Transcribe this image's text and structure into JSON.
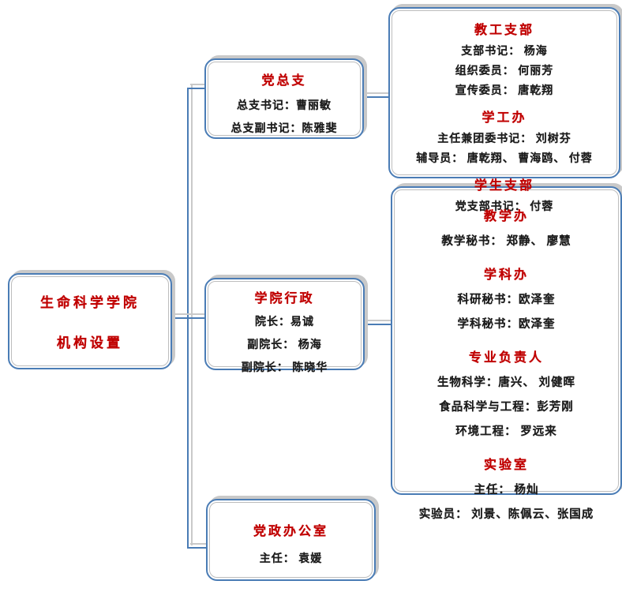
{
  "colors": {
    "box_border_blue": "#4a7cb5",
    "inner_border_gray": "#bdbdbd",
    "shadow_gray": "#c9c9c9",
    "title_red": "#c00000",
    "text_black": "#1c1c1c",
    "background": "#ffffff"
  },
  "root": {
    "title_line1": "生命科学学院",
    "title_line2": "机构设置"
  },
  "nodes": {
    "party_branch": {
      "title": "党总支",
      "lines": [
        "总支书记：曹丽敏",
        "总支副书记：陈雅斐"
      ]
    },
    "administration": {
      "title": "学院行政",
      "lines": [
        "院长：易诚",
        "副院长： 杨海",
        "副院长： 陈晓华"
      ]
    },
    "party_office": {
      "title": "党政办公室",
      "lines": [
        "主任： 袁媛"
      ]
    },
    "right_top": {
      "sections": [
        {
          "title": "教工支部",
          "lines": [
            "支部书记： 杨海",
            "组织委员： 何丽芳",
            "宣传委员： 唐乾翔"
          ]
        },
        {
          "title": "学工办",
          "lines": [
            "主任兼团委书记： 刘树芬",
            "辅导员： 唐乾翔、 曹海鸥、 付蓉"
          ]
        },
        {
          "title": "学生支部",
          "lines": [
            "党支部书记： 付蓉"
          ]
        }
      ]
    },
    "right_bottom": {
      "sections": [
        {
          "title": "教学办",
          "lines": [
            "教学秘书： 郑静、 廖慧"
          ]
        },
        {
          "title": "学科办",
          "lines": [
            "科研秘书：欧泽奎",
            "学科秘书：欧泽奎"
          ]
        },
        {
          "title": "专业负责人",
          "lines": [
            "生物科学：唐兴、 刘健晖",
            "食品科学与工程：彭芳刚",
            "环境工程： 罗远来"
          ]
        },
        {
          "title": "实验室",
          "lines": [
            "主任： 杨灿",
            "实验员： 刘景、陈佩云、张国成"
          ]
        }
      ]
    }
  }
}
